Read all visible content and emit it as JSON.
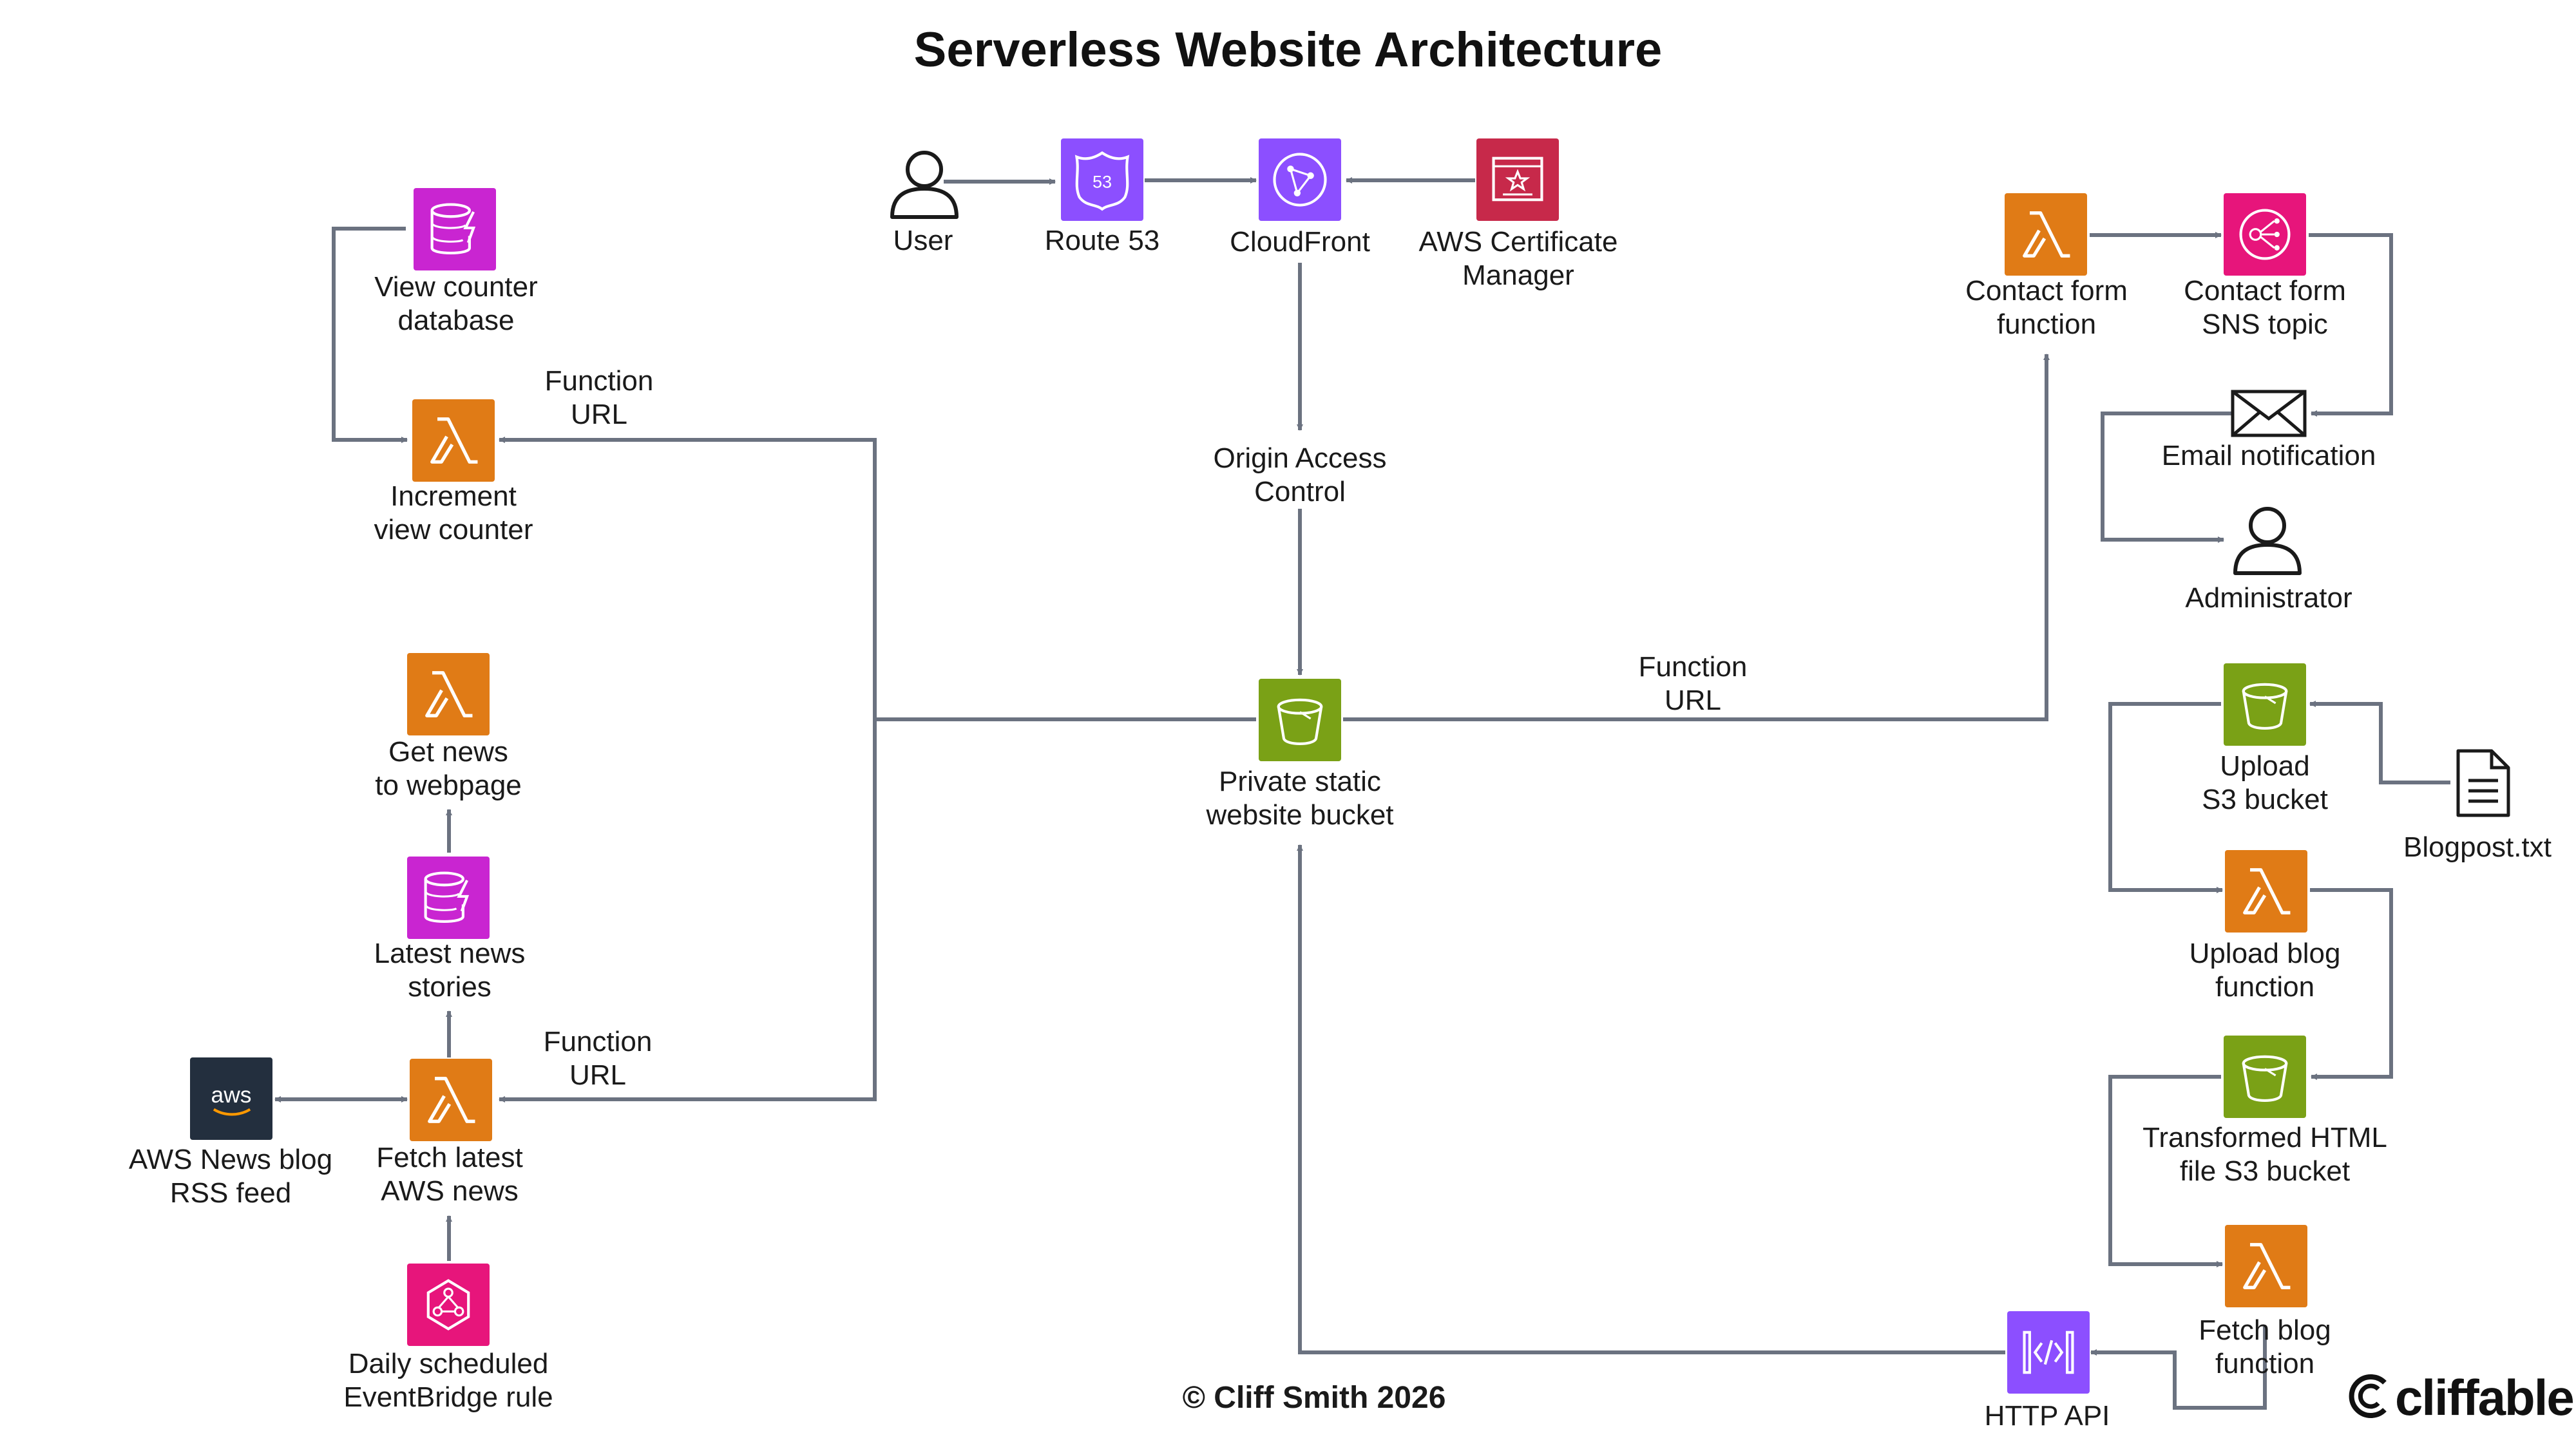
{
  "diagram": {
    "title": "Serverless Website Architecture",
    "footer": "© Cliff Smith 2026",
    "brand": "cliffable",
    "nodes": {
      "user": {
        "label": "User",
        "icon": "user-icon"
      },
      "route53": {
        "label": "Route 53",
        "icon": "route53-icon"
      },
      "cloudfront": {
        "label": "CloudFront",
        "icon": "cloudfront-icon"
      },
      "acm": {
        "label": "AWS Certificate\nManager",
        "icon": "certificate-manager-icon"
      },
      "oac": {
        "label": "Origin Access\nControl"
      },
      "bucket": {
        "label": "Private static\nwebsite bucket",
        "icon": "s3-bucket-icon"
      },
      "view_db": {
        "label": "View counter\ndatabase",
        "icon": "dynamodb-icon"
      },
      "inc_fn": {
        "label": "Increment\nview counter",
        "icon": "lambda-icon"
      },
      "news_fn": {
        "label": "Get news\nto webpage",
        "icon": "lambda-icon"
      },
      "news_db": {
        "label": "Latest news\nstories",
        "icon": "dynamodb-icon"
      },
      "fetch_fn": {
        "label": "Fetch latest\nAWS news",
        "icon": "lambda-icon"
      },
      "rss": {
        "label": "AWS News blog\nRSS feed",
        "icon": "aws-logo-icon"
      },
      "eventbridge": {
        "label": "Daily scheduled\nEventBridge rule",
        "icon": "eventbridge-icon"
      },
      "contact_fn": {
        "label": "Contact form\nfunction",
        "icon": "lambda-icon"
      },
      "sns": {
        "label": "Contact form\nSNS topic",
        "icon": "sns-icon"
      },
      "email": {
        "label": "Email notification",
        "icon": "envelope-icon"
      },
      "admin": {
        "label": "Administrator",
        "icon": "user-icon"
      },
      "upload_bucket": {
        "label": "Upload\nS3 bucket",
        "icon": "s3-bucket-icon"
      },
      "blogpost": {
        "label": "Blogpost.txt",
        "icon": "document-icon"
      },
      "upload_fn": {
        "label": "Upload blog\nfunction",
        "icon": "lambda-icon"
      },
      "html_bucket": {
        "label": "Transformed HTML\nfile S3 bucket",
        "icon": "s3-bucket-icon"
      },
      "fetch_blog_fn": {
        "label": "Fetch blog\nfunction",
        "icon": "lambda-icon"
      },
      "http_api": {
        "label": "HTTP API",
        "icon": "api-gateway-icon"
      }
    },
    "edge_labels": {
      "inc_url": "Function\nURL",
      "fetch_url": "Function\nURL",
      "contact_url": "Function\nURL"
    },
    "colors": {
      "compute": "#e07b16",
      "storage": "#7aa116",
      "database": "#c925d1",
      "networking": "#8c4fff",
      "security": "#c7294a",
      "integration": "#e7157b",
      "aws": "#232f3e",
      "connector": "#6b7280"
    }
  }
}
